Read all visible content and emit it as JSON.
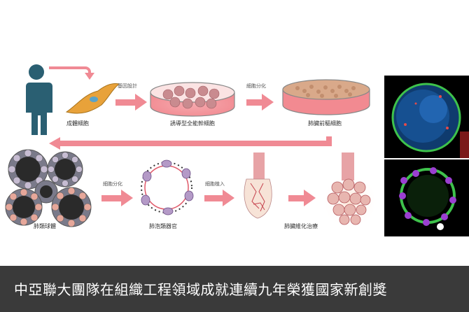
{
  "diagram": {
    "labels": {
      "somatic_cell": "成體細胞",
      "ipsc": "誘導型全能幹細胞",
      "progenitor": "肺臟前驅細胞",
      "lung_organoid": "肺類球體",
      "alveolar_organoid": "肺泡類器官",
      "lung_therapy": "肺臟維化治療"
    },
    "arrow_labels": {
      "gene_design": "基因設計",
      "differentiation_1": "細胞分化",
      "differentiation_2": "細胞分化",
      "transplant": "細胞植入"
    }
  },
  "banner": {
    "title": "中亞聯大團隊在組織工程領域成就連續九年榮獲國家新創獎"
  },
  "colors": {
    "arrow": "#f08a94",
    "person": "#2a5f72",
    "banner_bg": "#3a3a3a"
  }
}
